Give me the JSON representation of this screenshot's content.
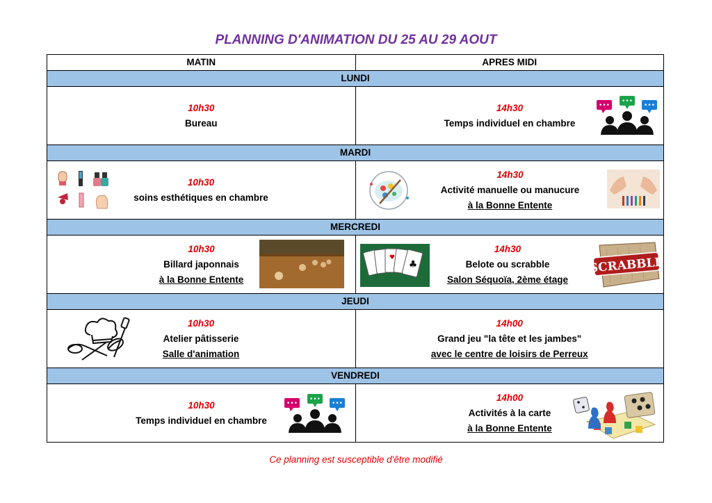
{
  "title": "PLANNING D'ANIMATION DU 25 AU 29 AOUT",
  "headers": {
    "morning": "MATIN",
    "afternoon": "APRES MIDI"
  },
  "days": [
    {
      "name": "LUNDI",
      "morning": {
        "time": "10h30",
        "line1": "Bureau",
        "line2": ""
      },
      "afternoon": {
        "time": "14h30",
        "line1": "Temps individuel en chambre",
        "line2": ""
      }
    },
    {
      "name": "MARDI",
      "morning": {
        "time": "10h30",
        "line1": "soins esthétiques en chambre",
        "line2": ""
      },
      "afternoon": {
        "time": "14h30",
        "line1": "Activité manuelle ou manucure",
        "line2": "à la Bonne Entente"
      }
    },
    {
      "name": "MERCREDI",
      "morning": {
        "time": "10h30",
        "line1": "Billard japonnais",
        "line2": "à la Bonne Entente"
      },
      "afternoon": {
        "time": "14h30",
        "line1": "Belote ou scrabble",
        "line2": "Salon Séquoïa, 2ème étage"
      }
    },
    {
      "name": "JEUDI",
      "morning": {
        "time": "10h30",
        "line1": "Atelier pâtisserie",
        "line2": "Salle d'animation"
      },
      "afternoon": {
        "time": "14h00",
        "line1": "Grand jeu \"la tête et les jambes\"",
        "line2": "avec le centre de loisirs de Perreux"
      }
    },
    {
      "name": "VENDREDI",
      "morning": {
        "time": "10h30",
        "line1": "Temps individuel en chambre",
        "line2": ""
      },
      "afternoon": {
        "time": "14h00",
        "line1": "Activités à la carte",
        "line2": "à la Bonne Entente"
      }
    }
  ],
  "images": {
    "chat_group": "people-chat-icon",
    "manicure": "manicure-items-illustration",
    "palette": "paint-palette-illustration",
    "hands": "hands-manicure-photo",
    "billiard": "japanese-billiard-photo",
    "cards": "playing-cards-photo",
    "scrabble": "scrabble-logo",
    "scrabble_text": "SCRABBLE",
    "pastry": "chef-hat-utensils-drawing",
    "board_games": "board-games-illustration"
  },
  "colors": {
    "title": "#7030a0",
    "time": "#e00000",
    "day_band": "#9dc3e6"
  },
  "footer": "Ce planning est susceptible d'être modifié"
}
